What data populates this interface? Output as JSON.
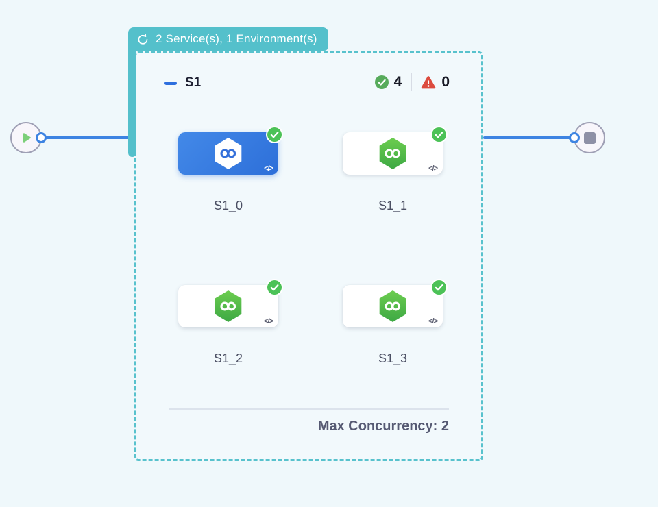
{
  "header_badge": {
    "label": "2 Service(s), 1 Environment(s)"
  },
  "stage": {
    "name": "S1",
    "success_count": "4",
    "error_count": "0",
    "max_concurrency": "Max Concurrency: 2"
  },
  "services": [
    {
      "label": "S1_0",
      "selected": true,
      "status": "success"
    },
    {
      "label": "S1_1",
      "selected": false,
      "status": "success"
    },
    {
      "label": "S1_2",
      "selected": false,
      "status": "success"
    },
    {
      "label": "S1_3",
      "selected": false,
      "status": "success"
    }
  ],
  "icons": {
    "code": "</>"
  },
  "colors": {
    "canvas_bg": "#eff8fb",
    "stage_teal": "#54c0cb",
    "connector_blue": "#3d84e2",
    "selected_card_blue_start": "#4389e8",
    "selected_card_blue_end": "#2d6fd9",
    "service_green_start": "#6ccd4f",
    "service_green_end": "#3ea844",
    "success_green": "#57ab5b",
    "error_red": "#dc4b3e"
  }
}
